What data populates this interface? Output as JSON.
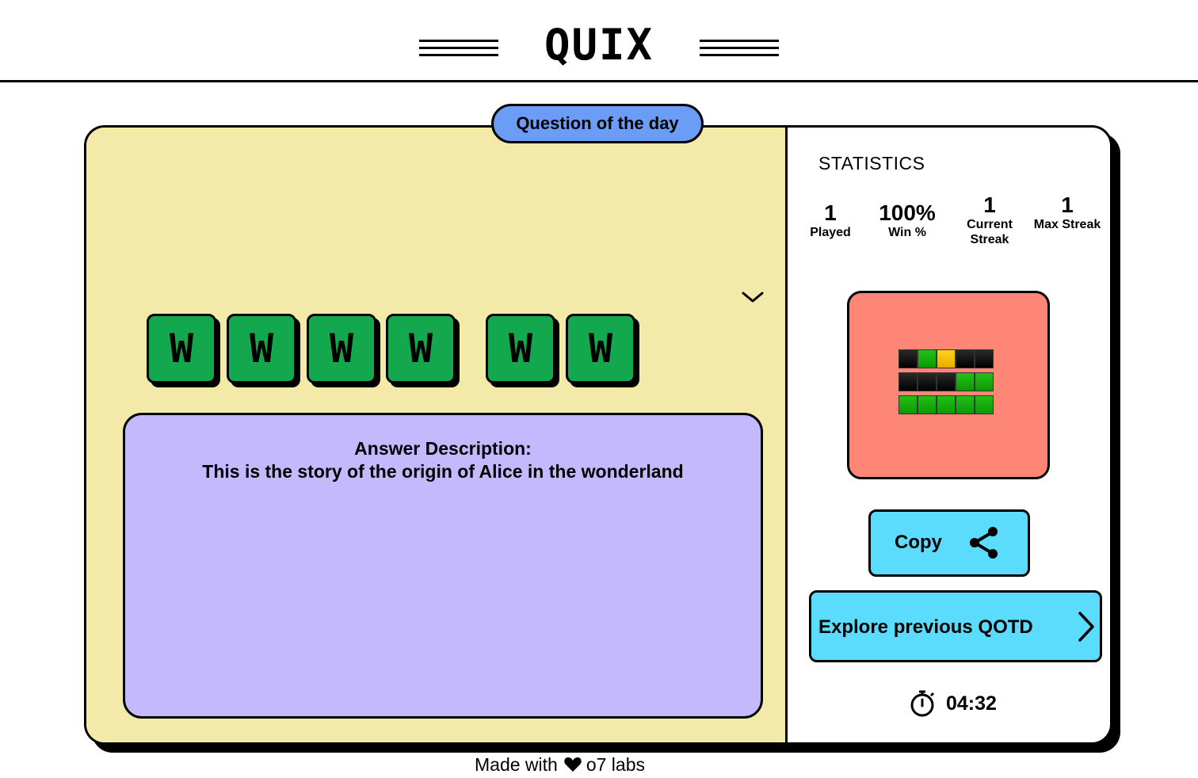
{
  "header": {
    "logo": "QUIX"
  },
  "qotd_badge": "Question of the day",
  "tiles": [
    "W",
    "W",
    "W",
    "W",
    "W",
    "W"
  ],
  "answer": {
    "heading": "Answer Description:",
    "text": "This is the story of the origin of Alice in the wonderland"
  },
  "statistics": {
    "title": "STATISTICS",
    "items": [
      {
        "value": "1",
        "label": "Played"
      },
      {
        "value": "100%",
        "label": "Win %"
      },
      {
        "value": "1",
        "label": "Current Streak"
      },
      {
        "value": "1",
        "label": "Max Streak"
      }
    ]
  },
  "result_grid": [
    [
      "black",
      "green",
      "yellow",
      "black",
      "black"
    ],
    [
      "black",
      "black",
      "black",
      "green",
      "green"
    ],
    [
      "green",
      "green",
      "green",
      "green",
      "green"
    ]
  ],
  "copy_button": {
    "label": "Copy",
    "icon": "share-icon"
  },
  "explore_button": {
    "label": "Explore previous QOTD",
    "icon": "chevron-right-icon"
  },
  "timer": {
    "value": "04:32",
    "icon": "stopwatch-icon"
  },
  "footer": {
    "prefix": "Made with",
    "icon": "heart-icon",
    "suffix": "o7 labs"
  },
  "colors": {
    "left_panel": "#f3eaa9",
    "badge": "#6b9cf6",
    "tile": "#14a84e",
    "answer_box": "#c5b9fd",
    "result_box": "#fd8676",
    "buttons": "#5bdcfd"
  }
}
